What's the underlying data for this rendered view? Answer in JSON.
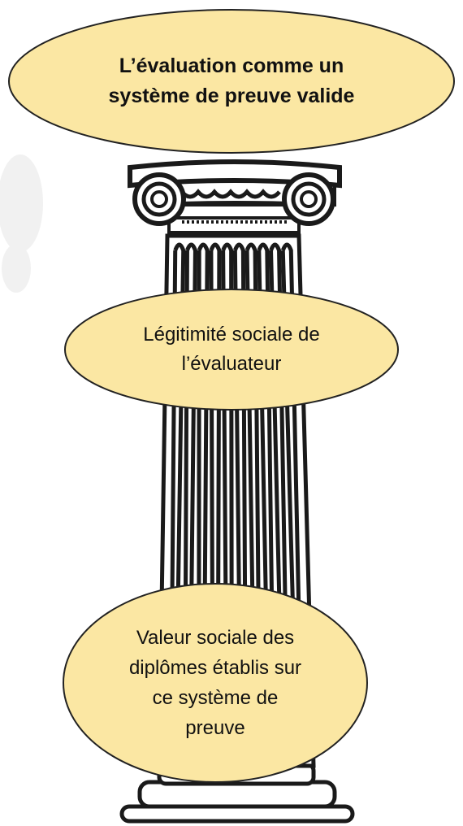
{
  "colors": {
    "bubble_fill": "#fbe7a3",
    "bubble_stroke": "#222222",
    "column_stroke": "#1a1a1a",
    "column_fill": "#ffffff"
  },
  "diagram": {
    "top_label": "L’évaluation comme un système de preuve valide",
    "middle_label": "Légitimité sociale de l’évaluateur",
    "bottom_label": "Valeur sociale des diplômes établis sur ce système de preuve"
  },
  "icons": {
    "column": "ionic-column-icon"
  }
}
